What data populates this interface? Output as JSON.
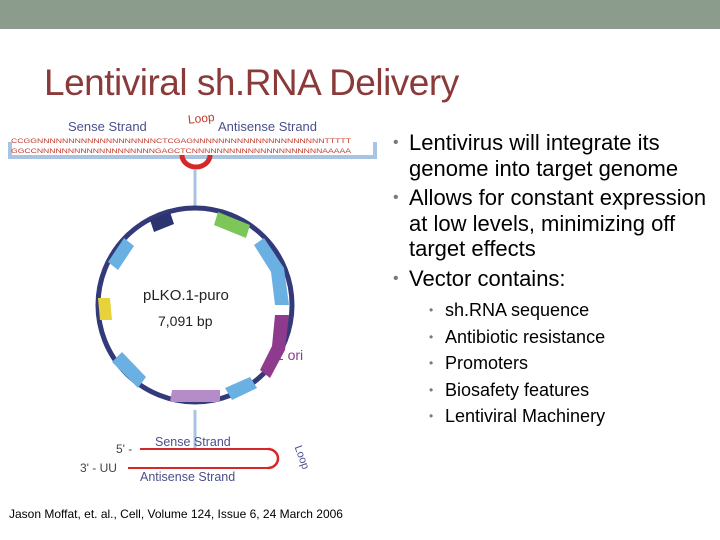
{
  "slide": {
    "title": "Lentiviral sh.RNA Delivery",
    "bullets": [
      "Lentivirus will integrate its genome into target genome",
      "Allows for constant expression at low levels, minimizing off target effects",
      "Vector contains:"
    ],
    "sub_bullets": [
      "sh.RNA sequence",
      "Antibiotic resistance",
      "Promoters",
      "Biosafety features",
      "Lentiviral Machinery"
    ],
    "citation": "Jason Moffat, et. al., Cell, Volume 124, Issue 6, 24 March 2006"
  },
  "diagram": {
    "sense_label": "Sense Strand",
    "antisense_label": "Antisense Strand",
    "loop_label": "Loop",
    "seq_top": "CCGGNNNNNNNNNNNNNNNNNNNCTCGAGNNNNNNNNNNNNNNNNNNNNNTTTTT",
    "seq_bottom": "GGCCNNNNNNNNNNNNNNNNNNNGAGCTCNNNNNNNNNNNNNNNNNNNNNAAAAA",
    "plasmid_name": "pLKO.1-puro",
    "plasmid_size": "7,091 bp",
    "ori_label": "f1 ori",
    "hairpin_5": "5' -",
    "hairpin_3": "3' - UU",
    "hairpin_sense": "Sense Strand",
    "hairpin_antisense": "Antisense Strand",
    "hairpin_loop": "Loop",
    "colors": {
      "title": "#8b3a3a",
      "strand_label": "#4a4f8c",
      "sequence": "#c0392b",
      "loop": "#d62828",
      "plasmid_ring": "#333a7a",
      "vector_box": "#a9c4e2",
      "ori": "#8e3b8e"
    }
  }
}
